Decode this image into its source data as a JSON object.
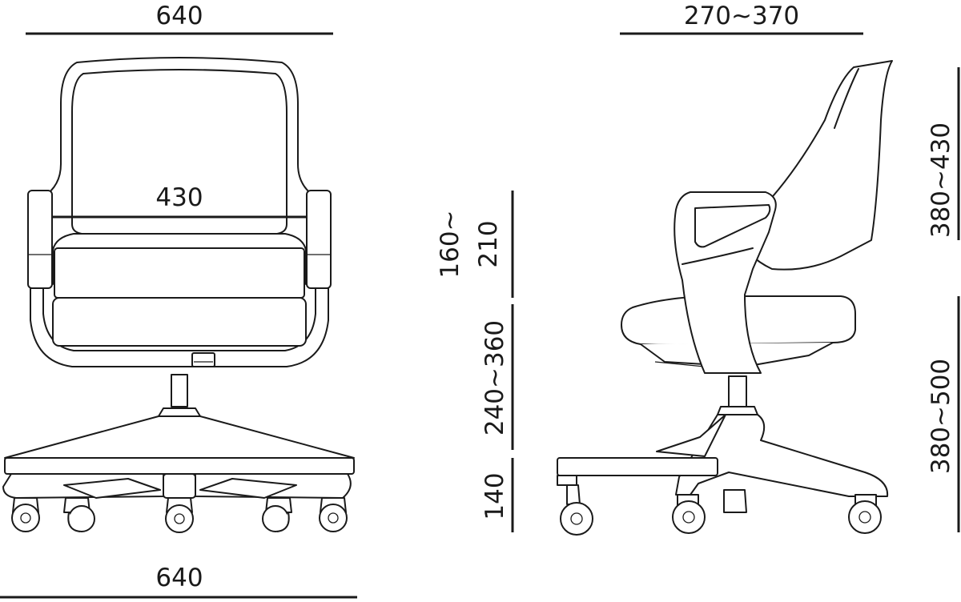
{
  "front_view": {
    "top_width": "640",
    "seat_width": "430",
    "base_width": "640"
  },
  "side_view": {
    "seat_depth": "270~370",
    "armrest_height_line1": "160~",
    "armrest_height_line2": "210",
    "seat_height": "240~360",
    "footrest_height": "140",
    "back_height": "380~430",
    "seat_to_floor": "380~500"
  },
  "colors": {
    "line": "#1a1a1a",
    "background": "#ffffff"
  }
}
